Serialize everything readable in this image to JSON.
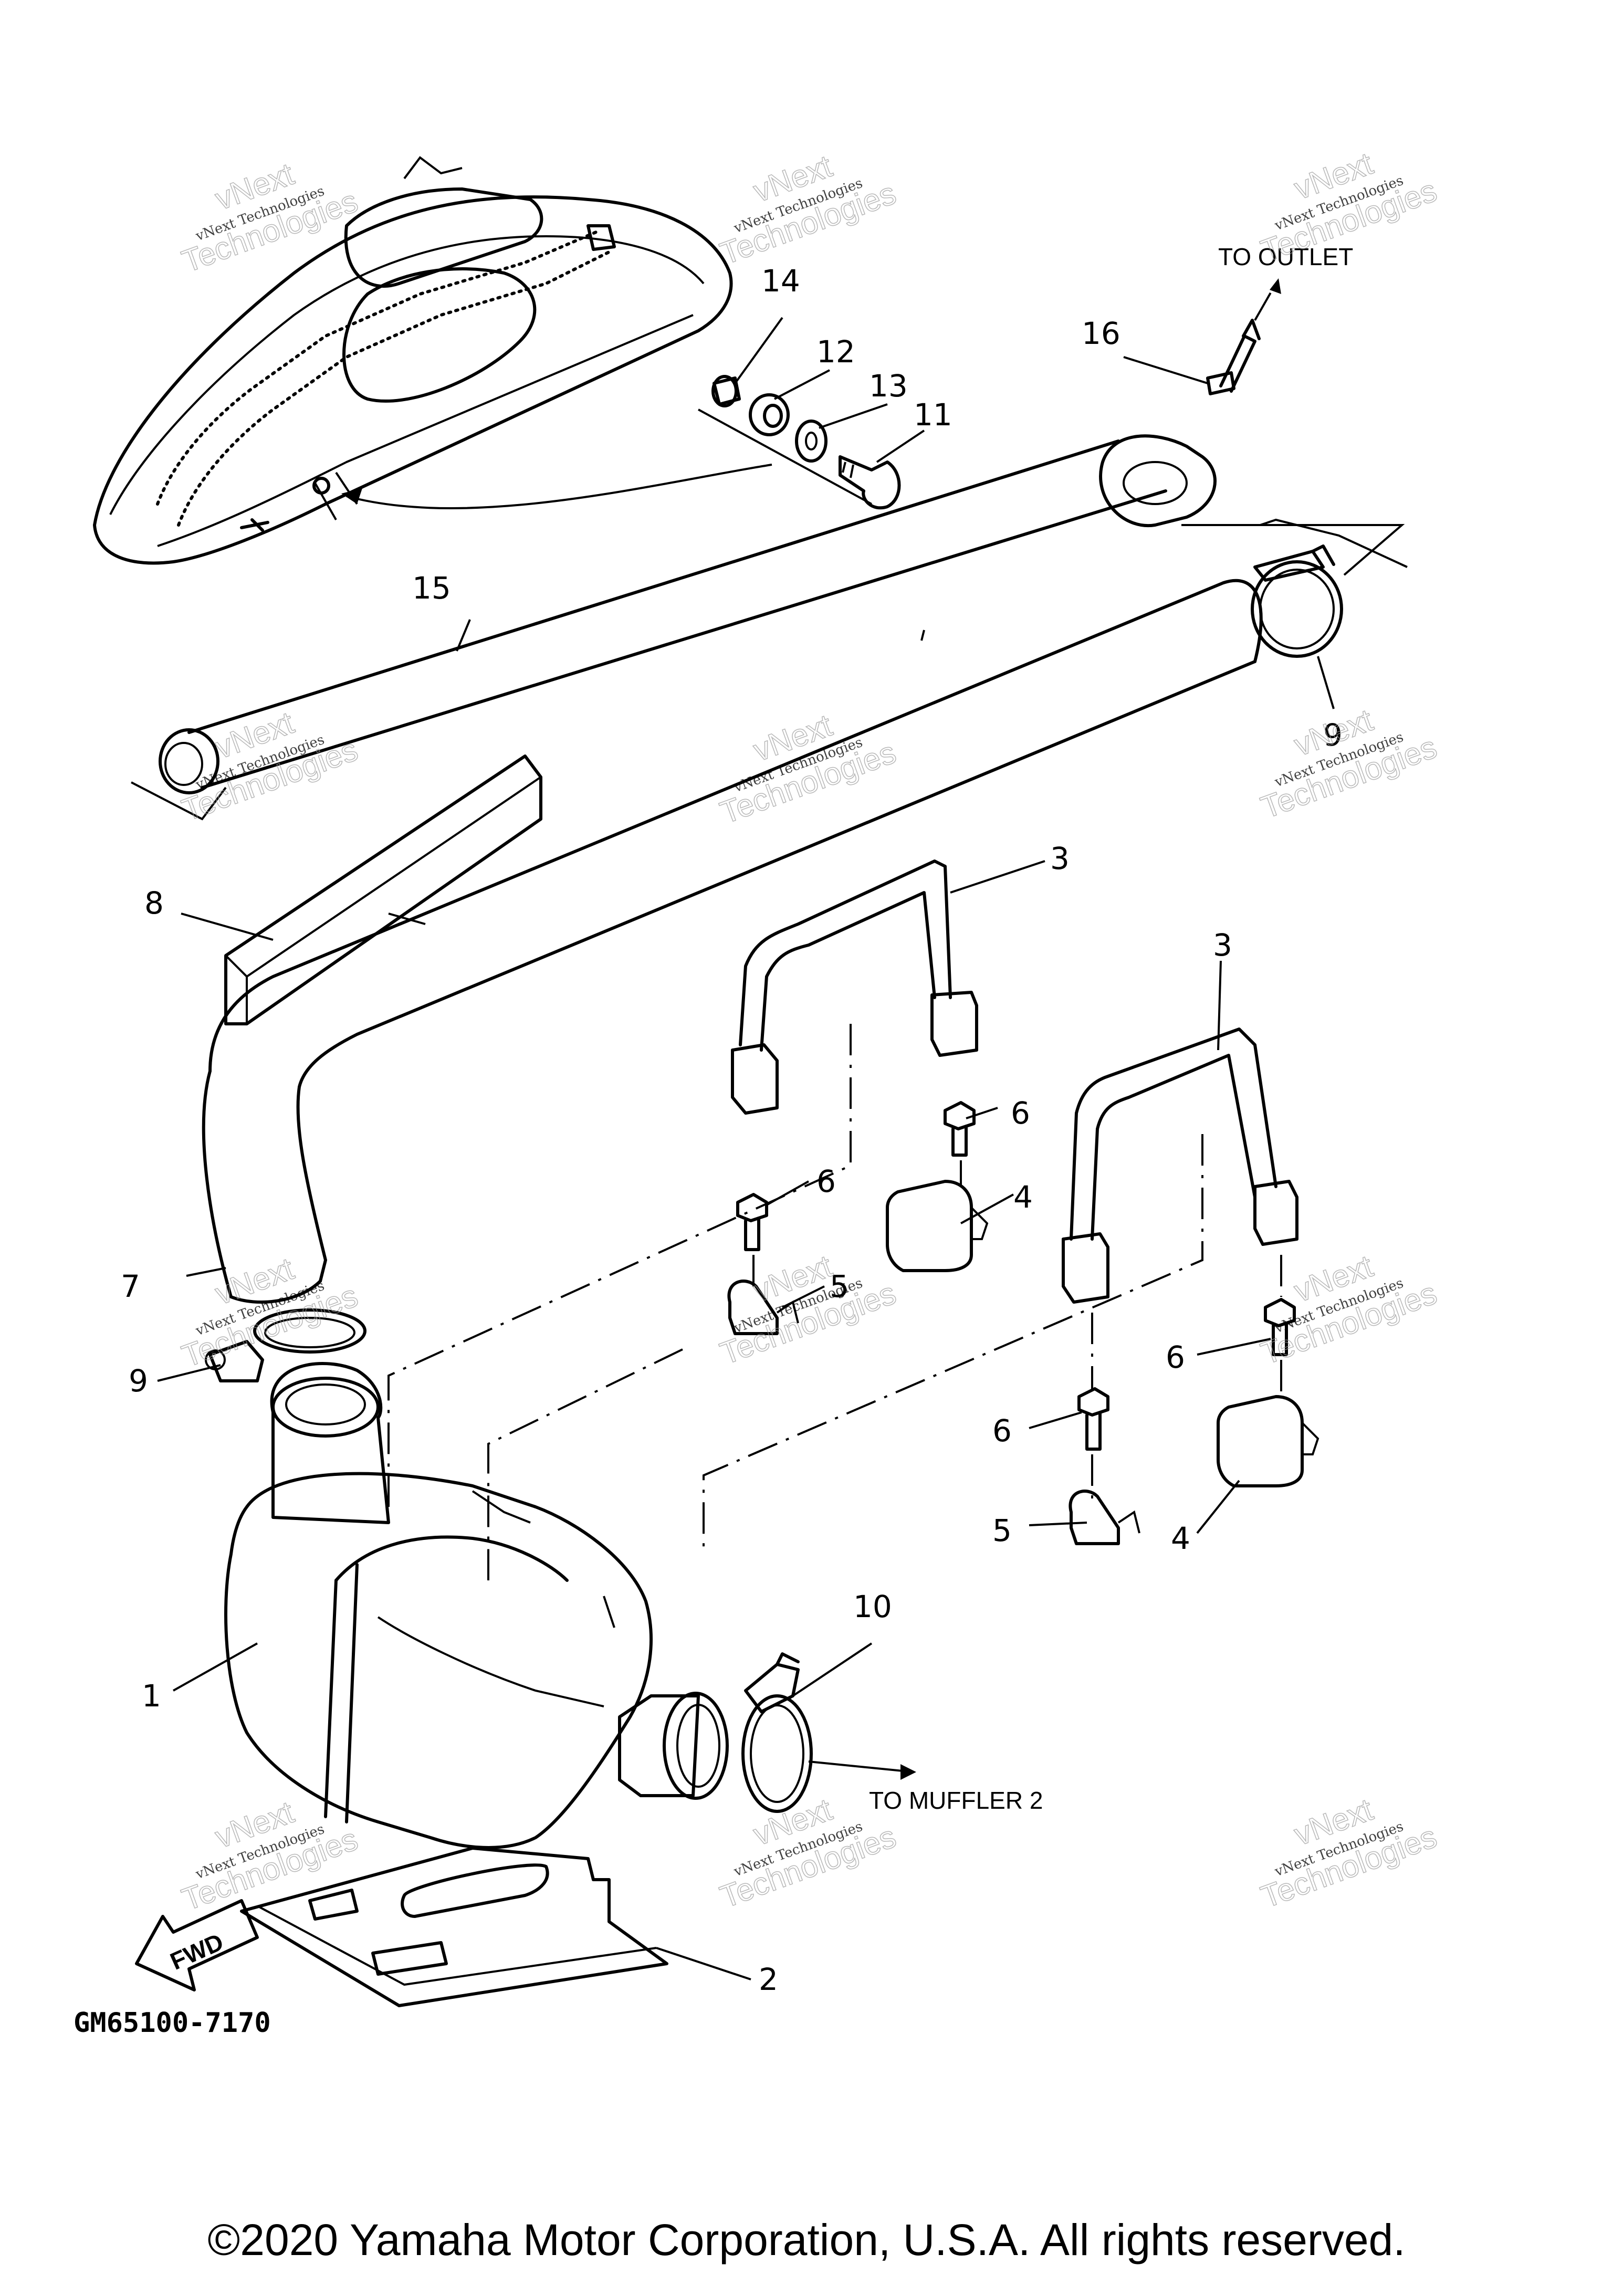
{
  "callouts": {
    "c1": "1",
    "c2": "2",
    "c3a": "3",
    "c3b": "3",
    "c4a": "4",
    "c4b": "4",
    "c5a": "5",
    "c5b": "5",
    "c6a": "6",
    "c6b": "6",
    "c6c": "6",
    "c6d": "6",
    "c7": "7",
    "c8": "8",
    "c9a": "9",
    "c9b": "9",
    "c10": "10",
    "c11": "11",
    "c12": "12",
    "c13": "13",
    "c14": "14",
    "c15": "15",
    "c16": "16"
  },
  "labels": {
    "to_outlet": "TO OUTLET",
    "to_muffler": "TO MUFFLER 2",
    "fwd": "FWD",
    "diagram_code": "GM65100-7170"
  },
  "watermark": {
    "line1": "vNext Technologies",
    "line2": "vNext",
    "line3": "Technologies"
  },
  "footer": {
    "copyright": "©2020 Yamaha Motor Corporation, U.S.A. All rights reserved."
  }
}
